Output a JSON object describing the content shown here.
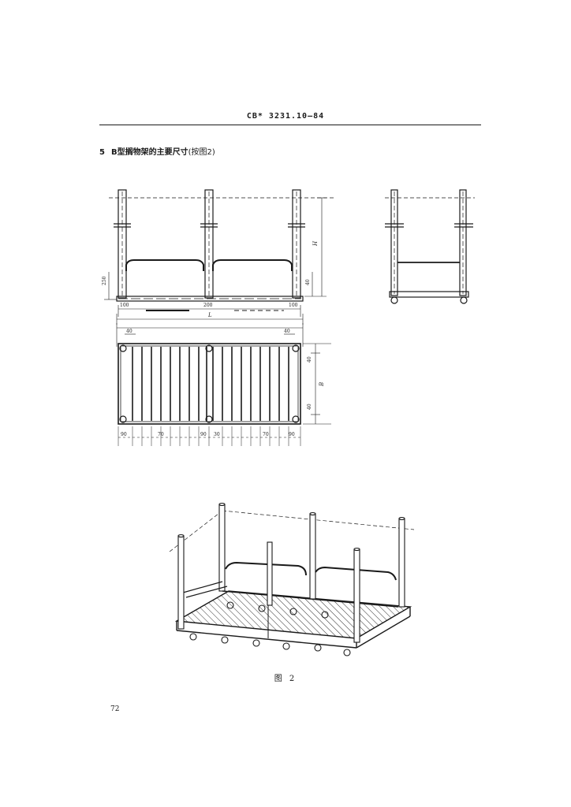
{
  "header": {
    "standard_no": "CB* 3231.10—84"
  },
  "section": {
    "number": "5",
    "title": "B型搁物架的主要尺寸",
    "ref": "(按图2)"
  },
  "front_view": {
    "dim_bottom_left": "100",
    "dim_bottom_mid": "200",
    "dim_bottom_right": "100",
    "dim_overall": "L",
    "dim_height_right": "H",
    "dim_base_left": "250",
    "dim_base_right": "40"
  },
  "plan_view": {
    "dim_top_left": "40",
    "dim_top_right": "40",
    "dim_side_top": "40",
    "dim_side_mid": "B",
    "dim_side_bottom": "40",
    "spacing_labels": [
      "90",
      "70",
      "90",
      "30",
      "70",
      "90"
    ]
  },
  "figure": {
    "caption": "图 2"
  },
  "footer": {
    "page_number": "72"
  }
}
